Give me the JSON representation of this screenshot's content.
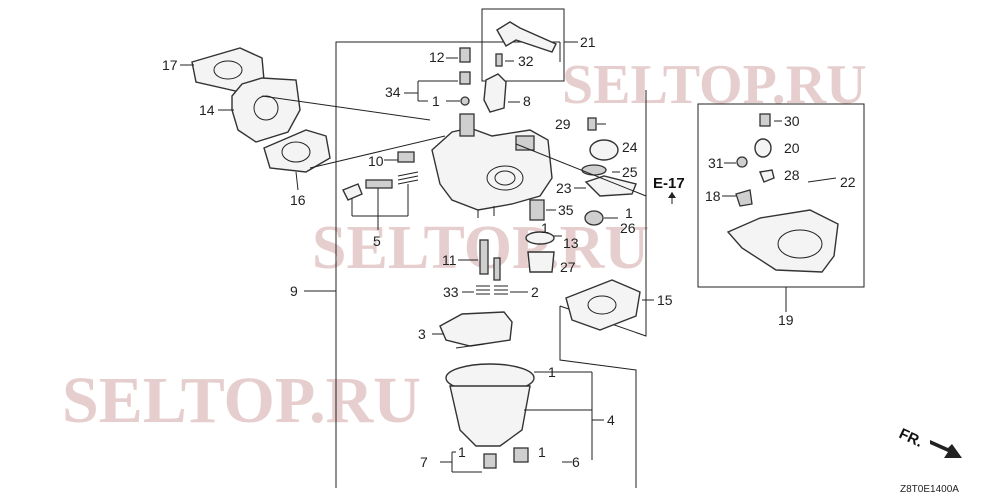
{
  "watermark": "SELTOP.RU",
  "ref_label": "E-17",
  "direction_label": "FR.",
  "figure_code": "Z8T0E1400A",
  "callouts": {
    "c1": "1",
    "c2": "2",
    "c3": "3",
    "c4": "4",
    "c5": "5",
    "c6": "6",
    "c7": "7",
    "c8": "8",
    "c9": "9",
    "c10": "10",
    "c11": "11",
    "c12": "12",
    "c13": "13",
    "c14": "14",
    "c15": "15",
    "c16": "16",
    "c17": "17",
    "c18": "18",
    "c19": "19",
    "c20": "20",
    "c21": "21",
    "c22": "22",
    "c23": "23",
    "c24": "24",
    "c25": "25",
    "c26": "26",
    "c27": "27",
    "c28": "28",
    "c29": "29",
    "c30": "30",
    "c31": "31",
    "c32": "32",
    "c33": "33",
    "c34": "34",
    "c35": "35"
  }
}
